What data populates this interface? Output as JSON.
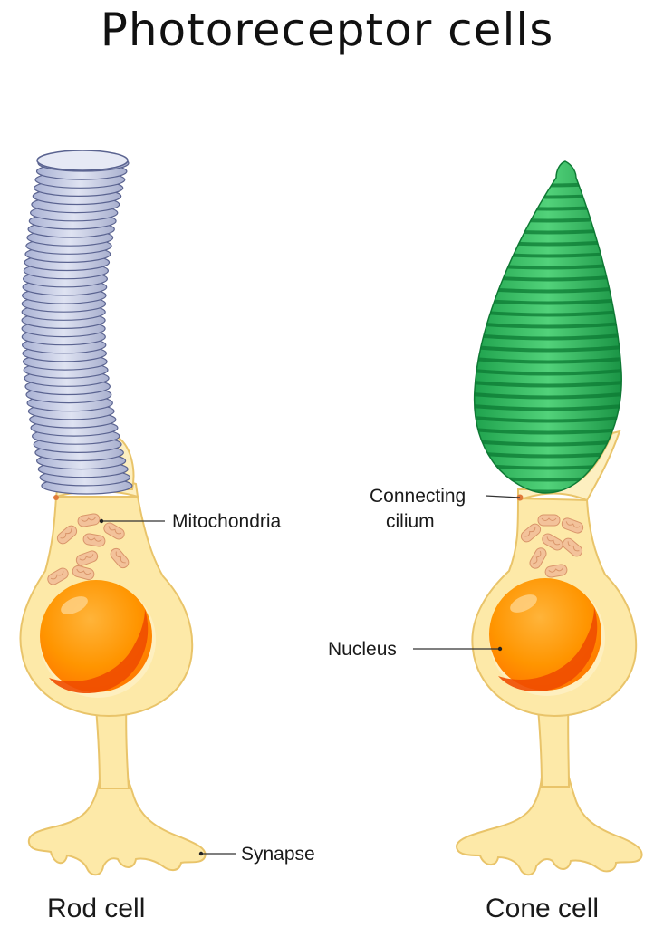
{
  "title": "Photoreceptor cells",
  "labels": {
    "mitochondria": "Mitochondria",
    "connecting_cilium_line1": "Connecting",
    "connecting_cilium_line2": "cilium",
    "nucleus": "Nucleus",
    "synapse": "Synapse"
  },
  "captions": {
    "rod": "Rod cell",
    "cone": "Cone cell"
  },
  "colors": {
    "cytoplasm": "#fde9a8",
    "cytoplasm_outline": "#e9c46a",
    "nucleus": "#ff9800",
    "nucleus_dark": "#ef5a00",
    "rod_discs": "#c5cbe3",
    "rod_outline": "#5a6390",
    "cone_discs": "#3fc56b",
    "cone_dark": "#0f8a3c",
    "mitochondria": "#f0b890"
  }
}
